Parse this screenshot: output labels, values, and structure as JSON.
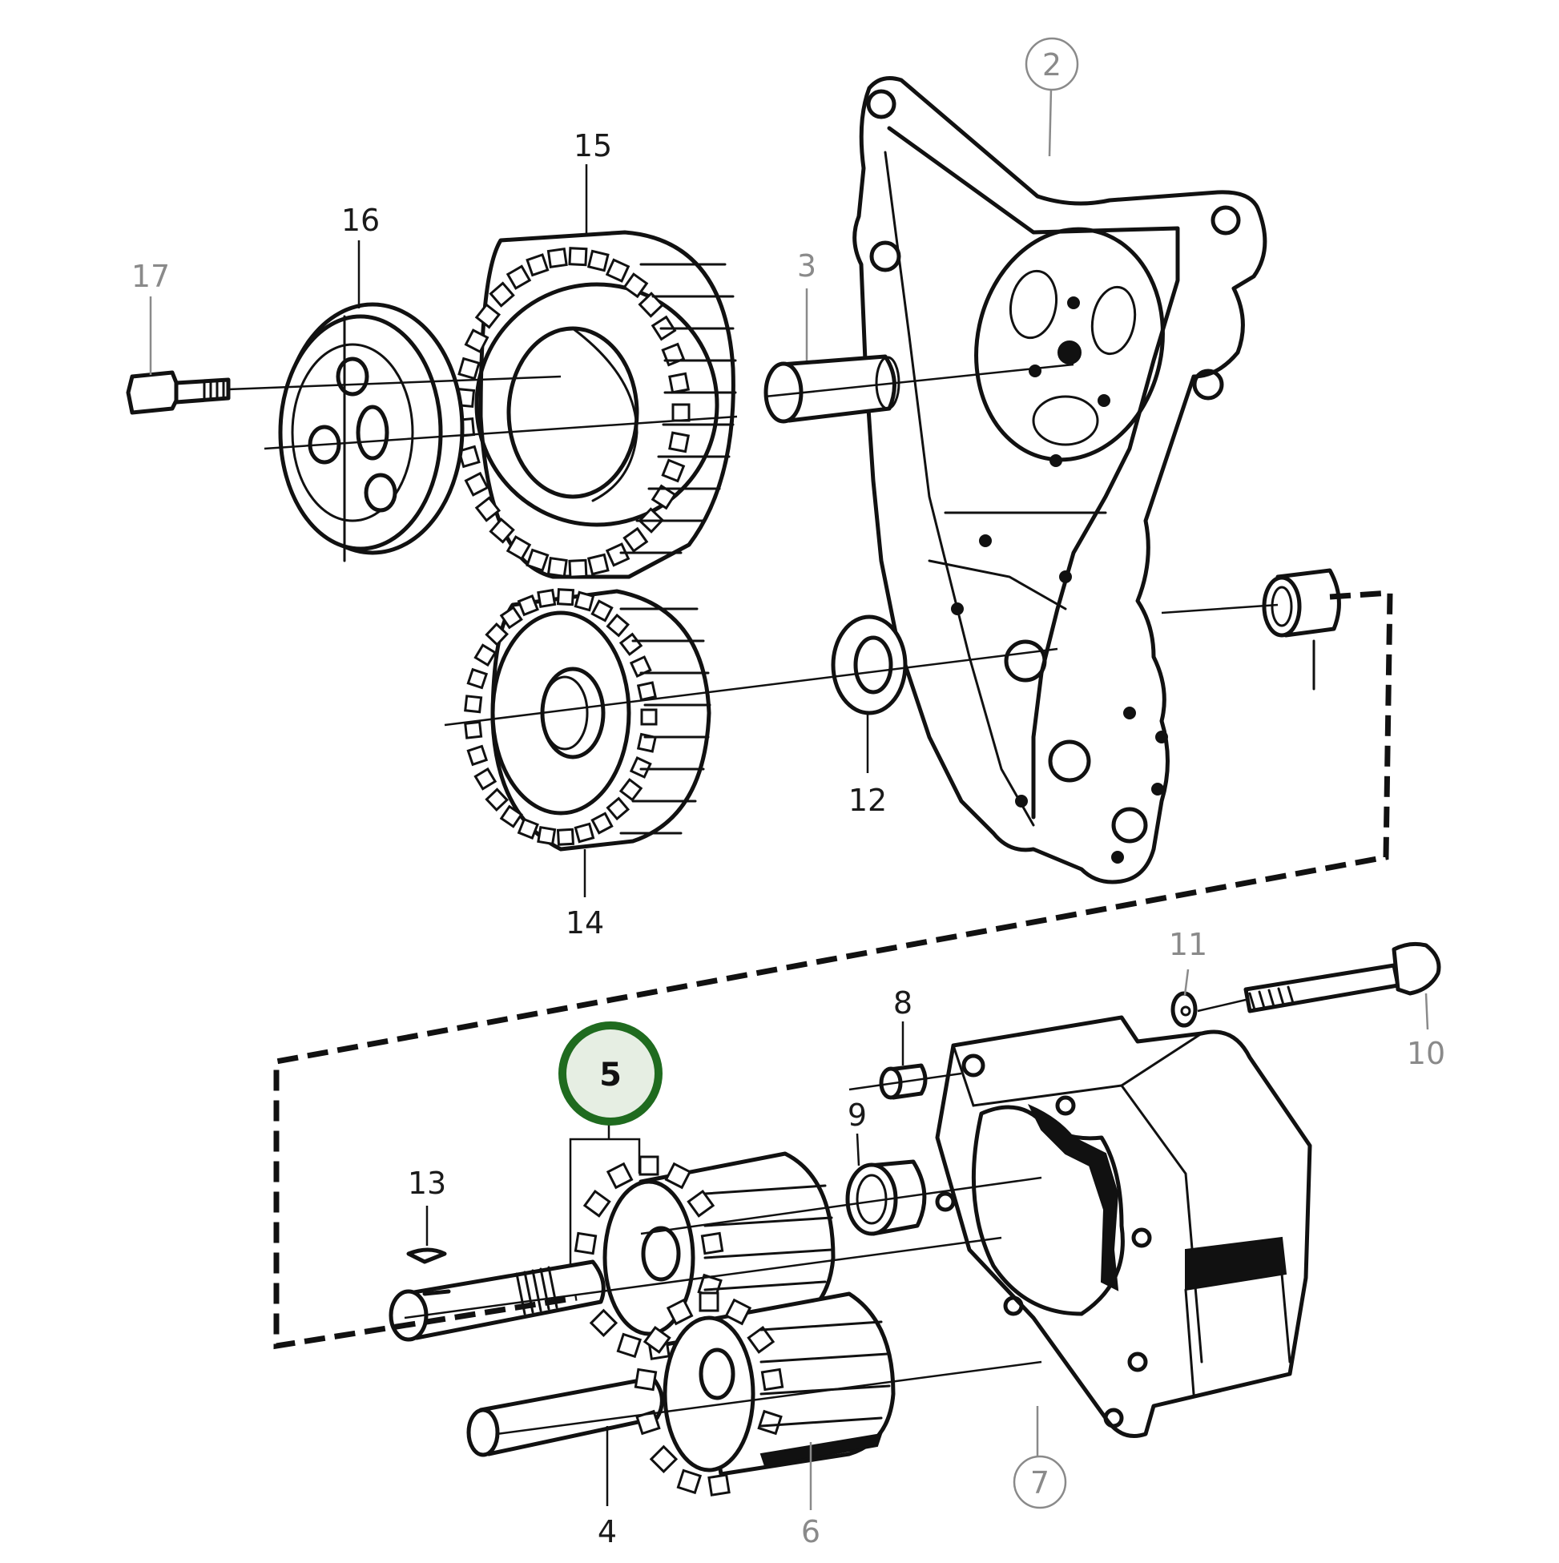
{
  "diagram": {
    "callouts": [
      {
        "id": "2",
        "label": "2",
        "style": "circled-grey"
      },
      {
        "id": "3",
        "label": "3",
        "style": "grey"
      },
      {
        "id": "4",
        "label": "4",
        "style": "plain"
      },
      {
        "id": "5",
        "label": "5",
        "style": "highlighted",
        "highlight_color": "#1f6b1f"
      },
      {
        "id": "6",
        "label": "6",
        "style": "grey"
      },
      {
        "id": "7",
        "label": "7",
        "style": "circled-grey"
      },
      {
        "id": "8",
        "label": "8",
        "style": "plain"
      },
      {
        "id": "9",
        "label": "9",
        "style": "plain"
      },
      {
        "id": "10",
        "label": "10",
        "style": "grey"
      },
      {
        "id": "11",
        "label": "11",
        "style": "grey"
      },
      {
        "id": "12",
        "label": "12",
        "style": "plain"
      },
      {
        "id": "13",
        "label": "13",
        "style": "plain"
      },
      {
        "id": "14",
        "label": "14",
        "style": "plain"
      },
      {
        "id": "15",
        "label": "15",
        "style": "plain"
      },
      {
        "id": "16",
        "label": "16",
        "style": "plain"
      },
      {
        "id": "17",
        "label": "17",
        "style": "grey"
      }
    ],
    "colors": {
      "ink": "#111111",
      "grey_label": "#8a8a8a",
      "highlight_ring": "#1f6b1f",
      "highlight_fill": "#e6eee3"
    }
  }
}
